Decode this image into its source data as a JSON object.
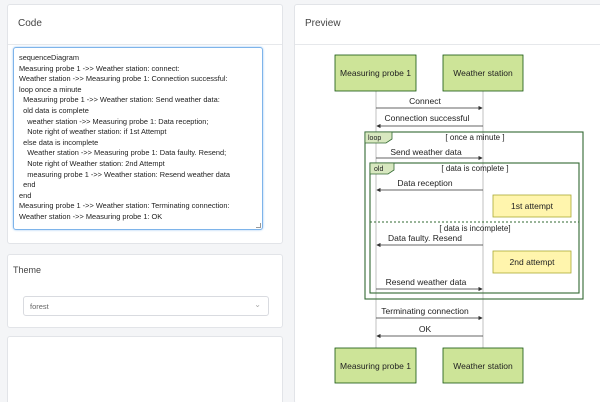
{
  "code_panel": {
    "title": "Code",
    "lines": [
      "sequenceDiagram",
      "Measuring probe 1 ->> Weather station: connect:",
      "Weather station ->> Measuring probe 1: Connection successful:",
      "loop once a minute",
      "  Measuring probe 1 ->> Weather station: Send weather data:",
      "  old data is complete",
      "    weather station ->> Measuring probe 1: Data reception;",
      "    Note right of weather station: if 1st Attempt",
      "  else data is incomplete",
      "    Weather station ->> Measuring probe 1: Data faulty. Resend;",
      "    Note right of Weather station: 2nd Attempt",
      "    measuring probe 1 ->> Weather station: Resend weather data",
      "  end",
      "end",
      "Measuring probe 1 ->> Weather station: Terminating connection:",
      "Weather station ->> Measuring probe 1: OK"
    ]
  },
  "theme_panel": {
    "title": "Theme",
    "selected": "forest"
  },
  "preview_panel": {
    "title": "Preview"
  },
  "diagram": {
    "participants": [
      "Measuring probe 1",
      "Weather station"
    ],
    "messages": {
      "connect": "Connect",
      "connection_successful": "Connection successful",
      "send_weather_data": "Send weather data",
      "data_reception": "Data reception",
      "data_faulty": "Data faulty. Resend",
      "resend_weather_data": "Resend weather data",
      "terminating": "Terminating connection",
      "ok": "OK"
    },
    "loop": {
      "tag": "loop",
      "label": "[ once a minute ]"
    },
    "alt": {
      "tag": "old",
      "label": "[ data is complete ]",
      "else_label": "[ data is incomplete]"
    },
    "notes": [
      "1st attempt",
      "2nd attempt"
    ],
    "colors": {
      "actor_fill": "#cde498",
      "actor_border": "#13540c",
      "note_fill": "#fff5ad",
      "note_border": "#aaaa33",
      "frame_border": "#326932",
      "loop_tag_fill": "#d8e8c0"
    }
  }
}
